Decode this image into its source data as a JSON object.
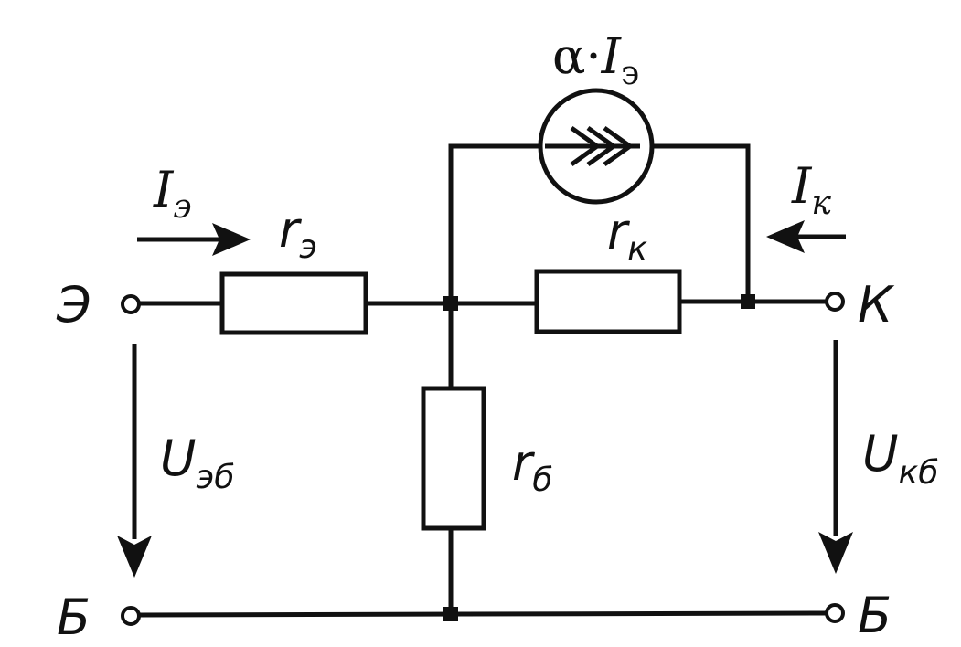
{
  "labels": {
    "source_prefix": "α·",
    "current_symbol": "I",
    "resistor_symbol": "r",
    "voltage_symbol": "U",
    "emitter_terminal": "Э",
    "collector_terminal": "К",
    "base_terminal_left": "Б",
    "base_terminal_right": "Б",
    "sub_emitter": "э",
    "sub_collector": "к",
    "sub_base": "б",
    "sub_eb": "эб",
    "sub_kb": "кб"
  },
  "icons": {
    "current_source": "current-source-icon",
    "resistor": "resistor-icon",
    "arrow": "arrow-icon",
    "terminal": "terminal-icon",
    "junction": "junction-node-icon"
  }
}
